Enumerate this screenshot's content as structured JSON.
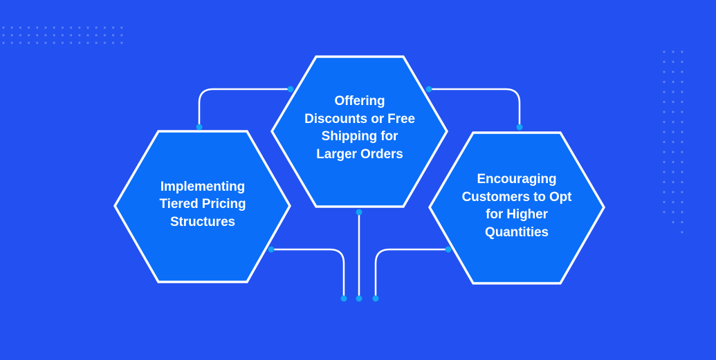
{
  "colors": {
    "background": "#2350f0",
    "hex_fill": "#0a6ef8",
    "hex_stroke": "#ffffff",
    "connector": "#ffffff",
    "connector_dot": "#12a4f5",
    "pattern_mark": "#7f9cf7"
  },
  "diagram": {
    "nodes": [
      {
        "id": "left",
        "label": "Implementing\nTiered Pricing\nStructures"
      },
      {
        "id": "center",
        "label": "Offering\nDiscounts or Free\nShipping for\nLarger Orders"
      },
      {
        "id": "right",
        "label": "Encouraging\nCustomers to Opt\nfor Higher\nQuantities"
      }
    ],
    "connections": [
      {
        "from": "center",
        "to": "left"
      },
      {
        "from": "center",
        "to": "right"
      },
      {
        "from": "left",
        "to": "bottom-hub"
      },
      {
        "from": "center",
        "to": "bottom-hub"
      },
      {
        "from": "right",
        "to": "bottom-hub"
      }
    ]
  },
  "decorations": {
    "top_left_dot_grid": "dot-pattern",
    "right_dot_grid": "dot-pattern"
  }
}
